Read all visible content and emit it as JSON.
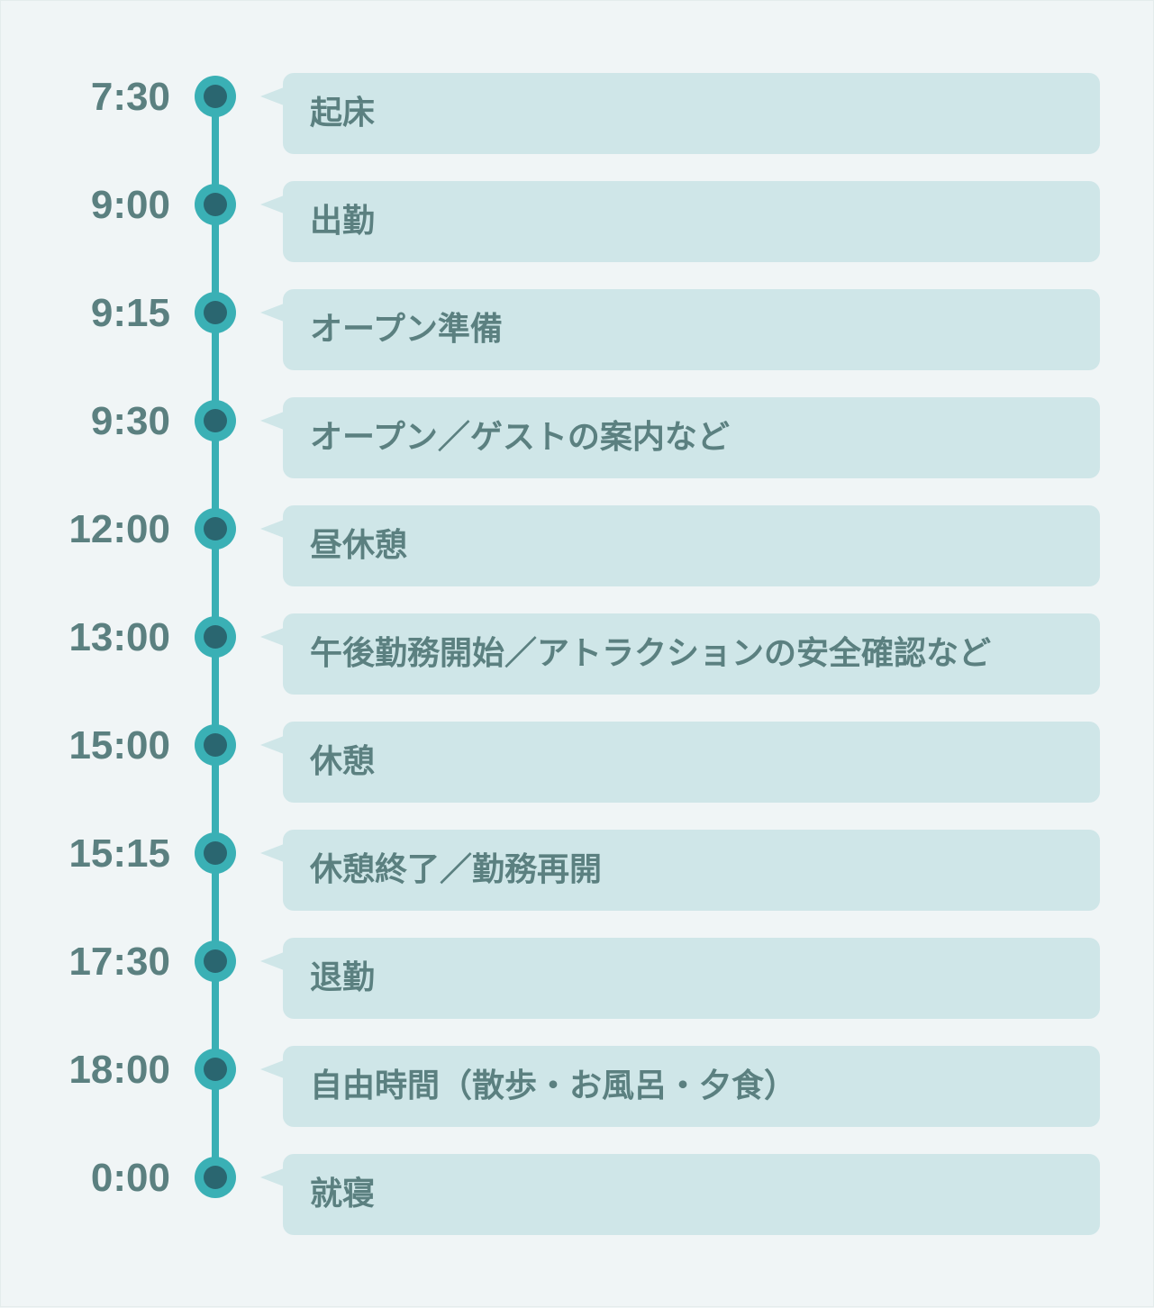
{
  "colors": {
    "background": "#f0f5f6",
    "bubble": "#cfe6e8",
    "text": "#5b8080",
    "line": "#3ab0b5",
    "dot_inner": "#2a6670"
  },
  "schedule": [
    {
      "time": "7:30",
      "activity": "起床"
    },
    {
      "time": "9:00",
      "activity": "出勤"
    },
    {
      "time": "9:15",
      "activity": "オープン準備"
    },
    {
      "time": "9:30",
      "activity": "オープン／ゲストの案内など"
    },
    {
      "time": "12:00",
      "activity": "昼休憩"
    },
    {
      "time": "13:00",
      "activity": "午後勤務開始／アトラクションの安全確認など"
    },
    {
      "time": "15:00",
      "activity": "休憩"
    },
    {
      "time": "15:15",
      "activity": "休憩終了／勤務再開"
    },
    {
      "time": "17:30",
      "activity": "退勤"
    },
    {
      "time": "18:00",
      "activity": "自由時間（散歩・お風呂・夕食）"
    },
    {
      "time": "0:00",
      "activity": "就寝"
    }
  ]
}
